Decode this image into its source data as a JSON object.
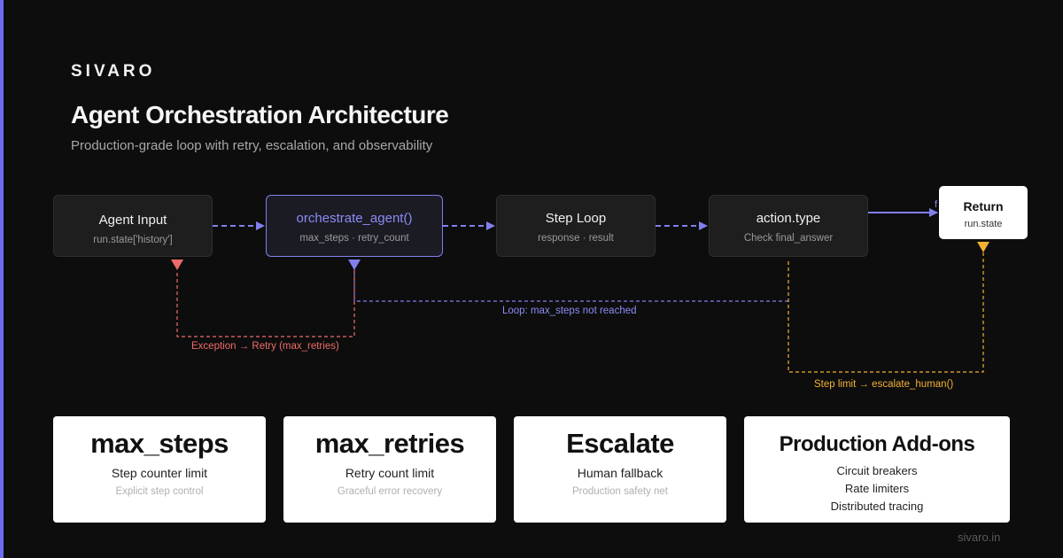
{
  "brand": "SIVARO",
  "title": "Agent Orchestration Architecture",
  "subtitle": "Production-grade loop with retry, escalation, and observability",
  "colors": {
    "accent_bar": "#6d6df0",
    "primary": "#8080ee",
    "retry": "#ef6b6b",
    "escalate": "#f2b134",
    "node_bg": "#1e1e1e"
  },
  "nodes": {
    "input": {
      "title": "Agent Input",
      "sub": "run.state['history']"
    },
    "orchestrate": {
      "title": "orchestrate_agent()",
      "sub": "max_steps · retry_count"
    },
    "step_loop": {
      "title": "Step Loop",
      "sub": "response · result"
    },
    "action": {
      "title": "action.type",
      "sub": "Check final_answer"
    },
    "return": {
      "title": "Return",
      "sub": "run.state"
    }
  },
  "edges": {
    "final": "f",
    "loop": "Loop: max_steps not reached",
    "retry": "Exception → Retry (max_retries)",
    "escalate": "Step limit → escalate_human()"
  },
  "cards": [
    {
      "title": "max_steps",
      "sub": "Step counter limit",
      "note": "Explicit step control"
    },
    {
      "title": "max_retries",
      "sub": "Retry count limit",
      "note": "Graceful error recovery"
    },
    {
      "title": "Escalate",
      "sub": "Human fallback",
      "note": "Production safety net"
    },
    {
      "title": "Production Add-ons",
      "items": [
        "Circuit breakers",
        "Rate limiters",
        "Distributed tracing"
      ]
    }
  ],
  "footer": "sivaro.in"
}
